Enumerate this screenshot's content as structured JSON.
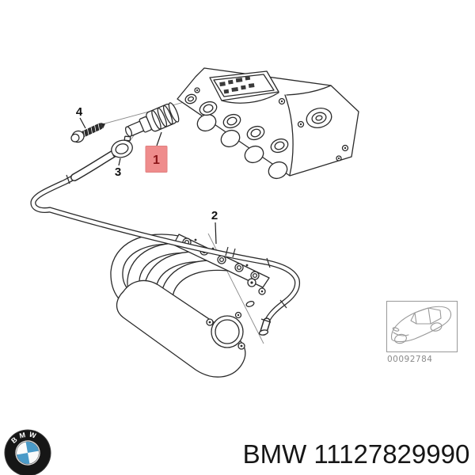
{
  "diagram": {
    "description_visible_labels_only": "exploded parts diagram",
    "callouts": [
      {
        "number": "1",
        "highlighted": true
      },
      {
        "number": "2",
        "highlighted": false
      },
      {
        "number": "3",
        "highlighted": false
      },
      {
        "number": "4",
        "highlighted": false
      }
    ],
    "highlight_color": "#EF8C8C",
    "highlight_border_color": "#E07F7F",
    "highlight_text_color": "#8B1518"
  },
  "thumbnail": {
    "code": "00092784"
  },
  "logo": {
    "letters": "BMW",
    "blue": "#4A9AC8"
  },
  "footer": {
    "brand": "BMW",
    "part_number": "11127829990"
  }
}
